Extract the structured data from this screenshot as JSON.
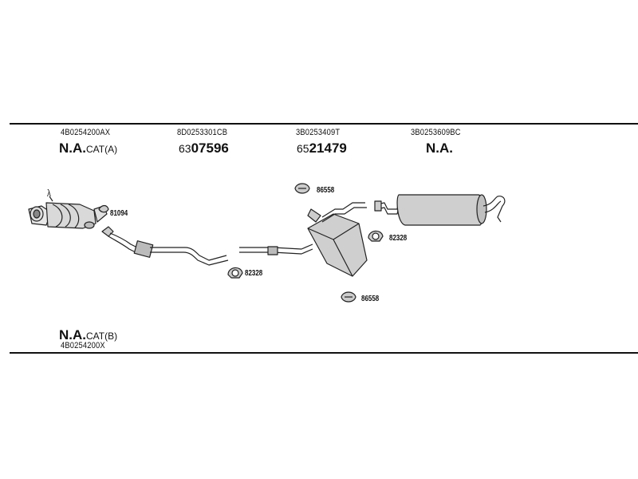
{
  "top_parts": [
    {
      "part": "4B0254200AX",
      "code_main": "N.A.",
      "code_suffix": "CAT(A)"
    },
    {
      "part": "8D0253301CB",
      "code_prefix": "63",
      "code_main": "07596"
    },
    {
      "part": "3B0253409T",
      "code_prefix": "65",
      "code_main": "21479"
    },
    {
      "part": "3B0253609BC",
      "code_main": "N.A."
    }
  ],
  "bottom_part": {
    "code_main": "N.A.",
    "code_suffix": "CAT(B)",
    "part": "4B0254200X"
  },
  "labels": {
    "lambda": "λ",
    "c1": "81094",
    "c2": "82328",
    "c3": "86558",
    "c4": "82328",
    "c5": "86558"
  }
}
